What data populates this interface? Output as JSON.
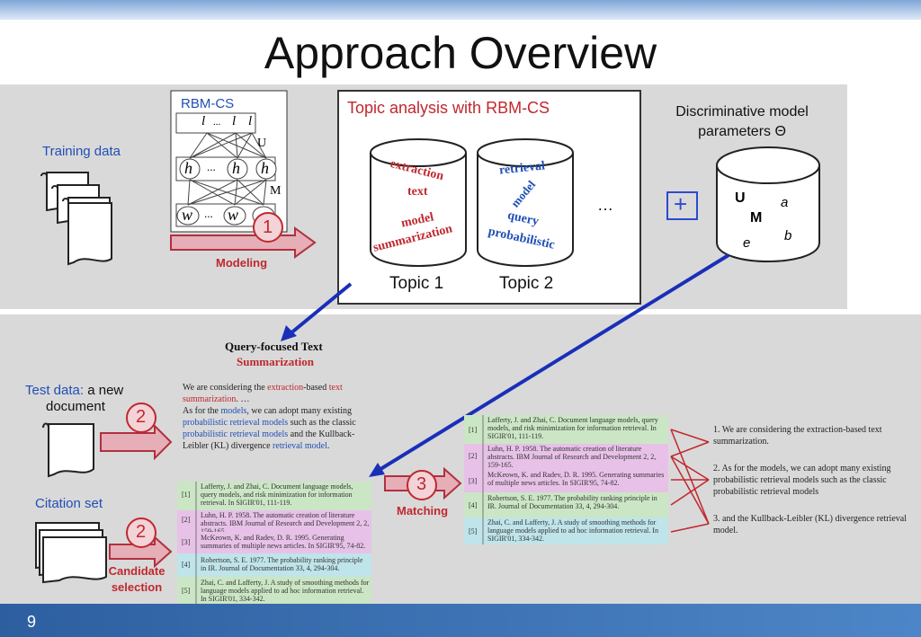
{
  "title": "Approach Overview",
  "page_number": "9",
  "top": {
    "training_data": "Training data",
    "rbm_label": "RBM-CS",
    "rbm_nodes": {
      "l": "l",
      "h": "h",
      "w": "w",
      "dots": "...",
      "u": "U",
      "m": "M"
    },
    "step1": "1",
    "modeling": "Modeling",
    "topic_analysis": "Topic analysis with RBM-CS",
    "topic1_words": [
      "extraction",
      "text",
      "model",
      "summarization"
    ],
    "topic2_words": [
      "retrieval",
      "model",
      "query",
      "probabilistic"
    ],
    "topic1": "Topic 1",
    "topic2": "Topic 2",
    "ellipsis": "…",
    "plus": "+",
    "disc_line1": "Discriminative model",
    "disc_line2": "parameters Θ",
    "params": {
      "U": "U",
      "M": "M",
      "a": "a",
      "b": "b",
      "e": "e"
    }
  },
  "bottom": {
    "qf_title": "Query-focused Text",
    "qf_sub": "Summarization",
    "query_text": [
      {
        "t": "We are considering the ",
        "c": "k"
      },
      {
        "t": "extraction",
        "c": "r"
      },
      {
        "t": "-based ",
        "c": "k"
      },
      {
        "t": "text summarization",
        "c": "r"
      },
      {
        "t": ". …",
        "c": "k"
      },
      {
        "t": "\nAs for the ",
        "c": "k"
      },
      {
        "t": "models",
        "c": "b"
      },
      {
        "t": ", we can adopt many existing ",
        "c": "k"
      },
      {
        "t": "probabilistic retrieval models",
        "c": "b"
      },
      {
        "t": " such as the classic ",
        "c": "k"
      },
      {
        "t": "probabilistic retrieval models",
        "c": "b"
      },
      {
        "t": " and the Kullback-Leibler (KL) divergence ",
        "c": "k"
      },
      {
        "t": "retrieval model",
        "c": "b"
      },
      {
        "t": ".",
        "c": "k"
      }
    ],
    "test_data_blue": "Test data:",
    "test_data_rest": " a new",
    "test_data_line2": "document",
    "step2a": "2",
    "citation_set": "Citation set",
    "step2b": "2",
    "candidate1": "Candidate",
    "candidate2": "selection",
    "step3": "3",
    "matching": "Matching",
    "citations": [
      {
        "idx": "[1]",
        "text": "Lafferty, J. and Zhai, C. Document language models, query models, and risk minimization for information retrieval. In SIGIR'01, 111-119."
      },
      {
        "idx": "[2]",
        "text": "Luhn, H. P. 1958. The automatic creation of literature abstracts. IBM Journal of Research and Development 2, 2, 159-165."
      },
      {
        "idx": "[3]",
        "text": "McKeown, K. and Radev, D. R. 1995. Generating summaries of multiple news articles. In SIGIR'95, 74-82."
      },
      {
        "idx": "[4]",
        "text": "Robertson, S. E. 1977. The probability ranking principle in IR. Journal of Documentation 33, 4, 294-304."
      },
      {
        "idx": "[5]",
        "text": "Zhai, C. and Lafferty, J. A study of smoothing methods for language models applied to ad hoc information retrieval. In SIGIR'01, 334-342."
      }
    ],
    "sentences": [
      "1. We are considering the extraction-based text  summarization.",
      "2. As for the models, we can adopt many existing probabilistic retrieval models such as the classic probabilistic retrieval models",
      "3. and the Kullback-Leibler (KL) divergence retrieval model."
    ]
  },
  "colors": {
    "accent_blue": "#1f4fb5",
    "accent_red": "#c0282e",
    "arrow_pink": "#e6aeb6",
    "row_green": "#cbe6c4",
    "row_pink": "#e7c1e8",
    "row_cyan": "#bfe4ea",
    "plus_blue": "#2c4ad0",
    "arrow_navy": "#1a2fb8"
  }
}
